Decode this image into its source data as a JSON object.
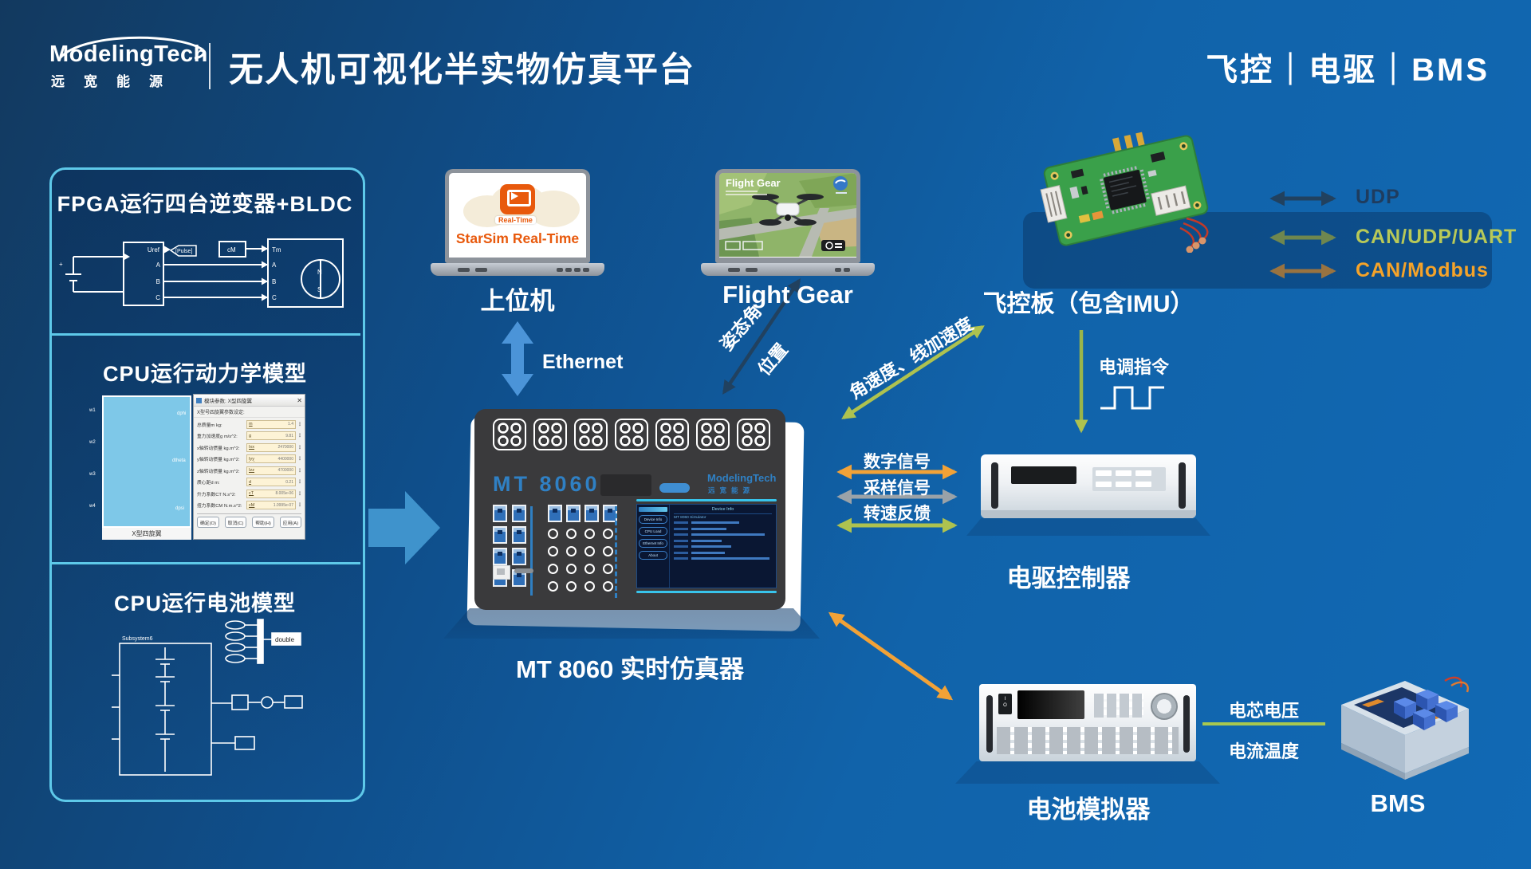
{
  "header": {
    "brand": "ModelingTech",
    "brand_sub": "远宽能源",
    "title": "无人机可视化半实物仿真平台",
    "tagline": "飞控｜电驱｜BMS"
  },
  "colors": {
    "panel_border_cyan": "#5ec9e9",
    "navy_arrow": "#21415f",
    "lime_arrow": "#aec24f",
    "orange_arrow": "#f2a237",
    "gray_arrow": "#9aa2a8",
    "blue_arrow": "#4b94d8",
    "brand_blue": "#2f80c4",
    "starsim_orange": "#e8590c"
  },
  "left_panel": {
    "sections": [
      {
        "title": "FPGA运行四台逆变器+BLDC"
      },
      {
        "title": "CPU运行动力学模型"
      },
      {
        "title": "CPU运行电池模型"
      }
    ],
    "circuit": {
      "uref": "Uref",
      "pulse": "[Pulse]",
      "cm": "cM",
      "tm": "Tm",
      "phase_a": "A",
      "phase_b": "B",
      "phase_c": "C",
      "pole_n": "N",
      "pole_s": "S",
      "plus": "+"
    },
    "model_dialog": {
      "title": "模块参数: X型四旋翼",
      "subtitle": "X型号四旋翼参数设定:",
      "rows": [
        {
          "label": "总质量m kg:",
          "value": "m",
          "num": "1.4"
        },
        {
          "label": "重力加速度g m/s^2:",
          "value": "g",
          "num": "9.81"
        },
        {
          "label": "x轴转动惯量 kg.m^2:",
          "value": "Ixx",
          "num": "2470000"
        },
        {
          "label": "y轴转动惯量 kg.m^2:",
          "value": "Iyy",
          "num": "4400000"
        },
        {
          "label": "z轴转动惯量 kg.m^2:",
          "value": "Izz",
          "num": "4700000"
        },
        {
          "label": "质心距d m:",
          "value": "d",
          "num": "0.21"
        },
        {
          "label": "升力系数CT N.s^2:",
          "value": "cT",
          "num": "8.005e-06"
        },
        {
          "label": "扭力系数CM N.m.s^2:",
          "value": "cM",
          "num": "1.0995e-07"
        }
      ],
      "buttons": [
        "确定(O)",
        "取消(C)",
        "帮助(H)",
        "应用(A)"
      ],
      "block_caption": "X型四旋翼",
      "ports_left": [
        "w1",
        "w2",
        "w3",
        "w4"
      ],
      "ports_right": [
        "dphi",
        "dtheta",
        "dpsi"
      ]
    },
    "battery_model": {
      "subsystem": "Subsystem6",
      "type_tag": "double"
    }
  },
  "hosts": {
    "pc_label": "上位机",
    "starsim_icon_caption": "Real-Time",
    "starsim_title": "StarSim Real-Time",
    "flightgear_label": "Flight Gear",
    "flightgear_screen_title": "Flight Gear"
  },
  "fcu": {
    "label": "飞控板（包含IMU）"
  },
  "mt8060": {
    "model": "MT 8060",
    "label": "MT 8060 实时仿真器",
    "brand": "ModelingTech",
    "brand_sub": "远宽能源",
    "screen": {
      "title": "Device Info",
      "subtitle": "MT 8060 Simulator",
      "menu": [
        "Device Info",
        "CPU Load",
        "Ethernet Info",
        "About"
      ]
    }
  },
  "drive_controller": {
    "label": "电驱控制器"
  },
  "battery_simulator": {
    "label": "电池模拟器"
  },
  "bms": {
    "label": "BMS"
  },
  "legend": {
    "items": [
      {
        "label": "UDP",
        "color": "#21415f"
      },
      {
        "label": "CAN/UDP/UART",
        "color": "#b8c958"
      },
      {
        "label": "CAN/Modbus",
        "color": "#f5a329"
      }
    ]
  },
  "links": {
    "ethernet": "Ethernet",
    "attitude_1": "姿态角",
    "attitude_2": "位置",
    "imu_signal": "角速度、线加速度",
    "esc_cmd": "电调指令",
    "digital": "数字信号",
    "sampling": "采样信号",
    "speed_feedback": "转速反馈",
    "cell_voltage": "电芯电压",
    "current_temp": "电流温度"
  }
}
